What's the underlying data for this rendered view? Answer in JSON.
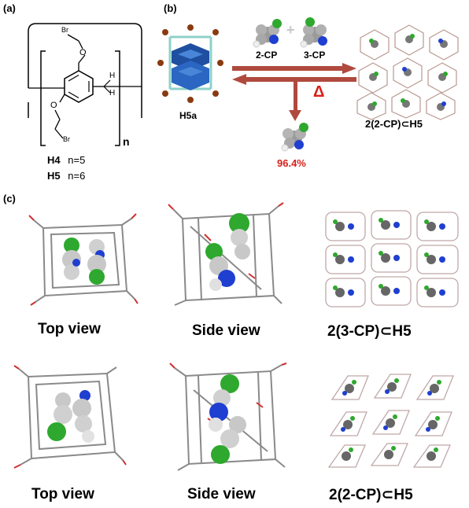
{
  "panels": {
    "a": {
      "label": "(a)"
    },
    "b": {
      "label": "(b)"
    },
    "c": {
      "label": "(c)"
    }
  },
  "structure": {
    "substituent_top": "Br",
    "substituent_bottom": "Br",
    "h1": "H",
    "h2": "H",
    "repeat": "n",
    "o_top": "O",
    "o_bottom": "O"
  },
  "compounds": [
    {
      "name": "H4",
      "n": "n=5"
    },
    {
      "name": "H5",
      "n": "n=6"
    }
  ],
  "scheme": {
    "host": "H5a",
    "guest_a": "2-CP",
    "plus": "+",
    "guest_b": "3-CP",
    "product": "2(2-CP)⊂H5",
    "heat": "Δ",
    "yield": "96.4%"
  },
  "views": {
    "top_view_1": "Top view",
    "side_view_1": "Side view",
    "complex_1": "2(3-CP)⊂H5",
    "top_view_2": "Top view",
    "side_view_2": "Side view",
    "complex_2": "2(2-CP)⊂H5"
  },
  "colors": {
    "arrow": "#b04a3e",
    "red": "#d8201c",
    "carbon": "#8a8a8a",
    "nitrogen": "#1f3fd0",
    "chlorine": "#2ea82e",
    "oxygen": "#d03030",
    "host_blue": "#1f4fa0"
  }
}
